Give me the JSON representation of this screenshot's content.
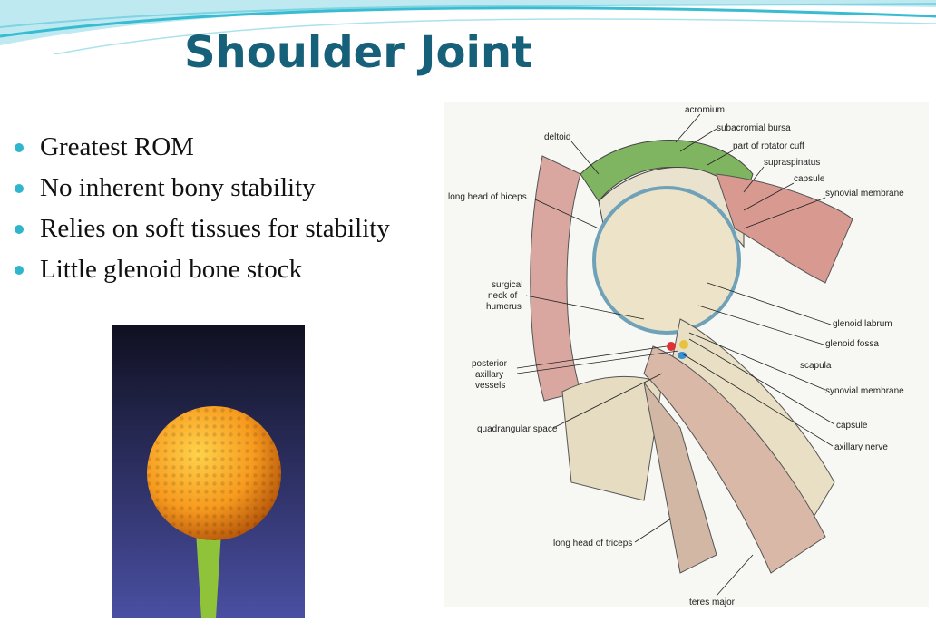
{
  "slide": {
    "title": "Shoulder Joint",
    "bullets": [
      "Greatest ROM",
      "No inherent bony stability",
      "Relies on soft tissues for stability",
      "Little glenoid bone stock"
    ],
    "accent_color": "#2fb6cc",
    "title_color": "#17607a"
  },
  "diagram": {
    "labels": {
      "acromium": "acromium",
      "subacromial_bursa": "subacromial bursa",
      "deltoid": "deltoid",
      "part_of_rotator_cuff": "part of rotator cuff",
      "supraspinatus": "supraspinatus",
      "capsule_top": "capsule",
      "synovial_membrane_top": "synovial membrane",
      "long_head_of_biceps": "long head of biceps",
      "surgical_neck_1": "surgical",
      "surgical_neck_2": "neck of",
      "surgical_neck_3": "humerus",
      "glenoid_labrum": "glenoid labrum",
      "glenoid_fossa": "glenoid fossa",
      "posterior_1": "posterior",
      "posterior_2": "axillary",
      "posterior_3": "vessels",
      "scapula": "scapula",
      "synovial_membrane_bottom": "synovial membrane",
      "quadrangular_space": "quadrangular space",
      "capsule_bottom": "capsule",
      "axillary_nerve": "axillary nerve",
      "long_head_of_triceps": "long head of triceps",
      "teres_major": "teres major"
    }
  }
}
